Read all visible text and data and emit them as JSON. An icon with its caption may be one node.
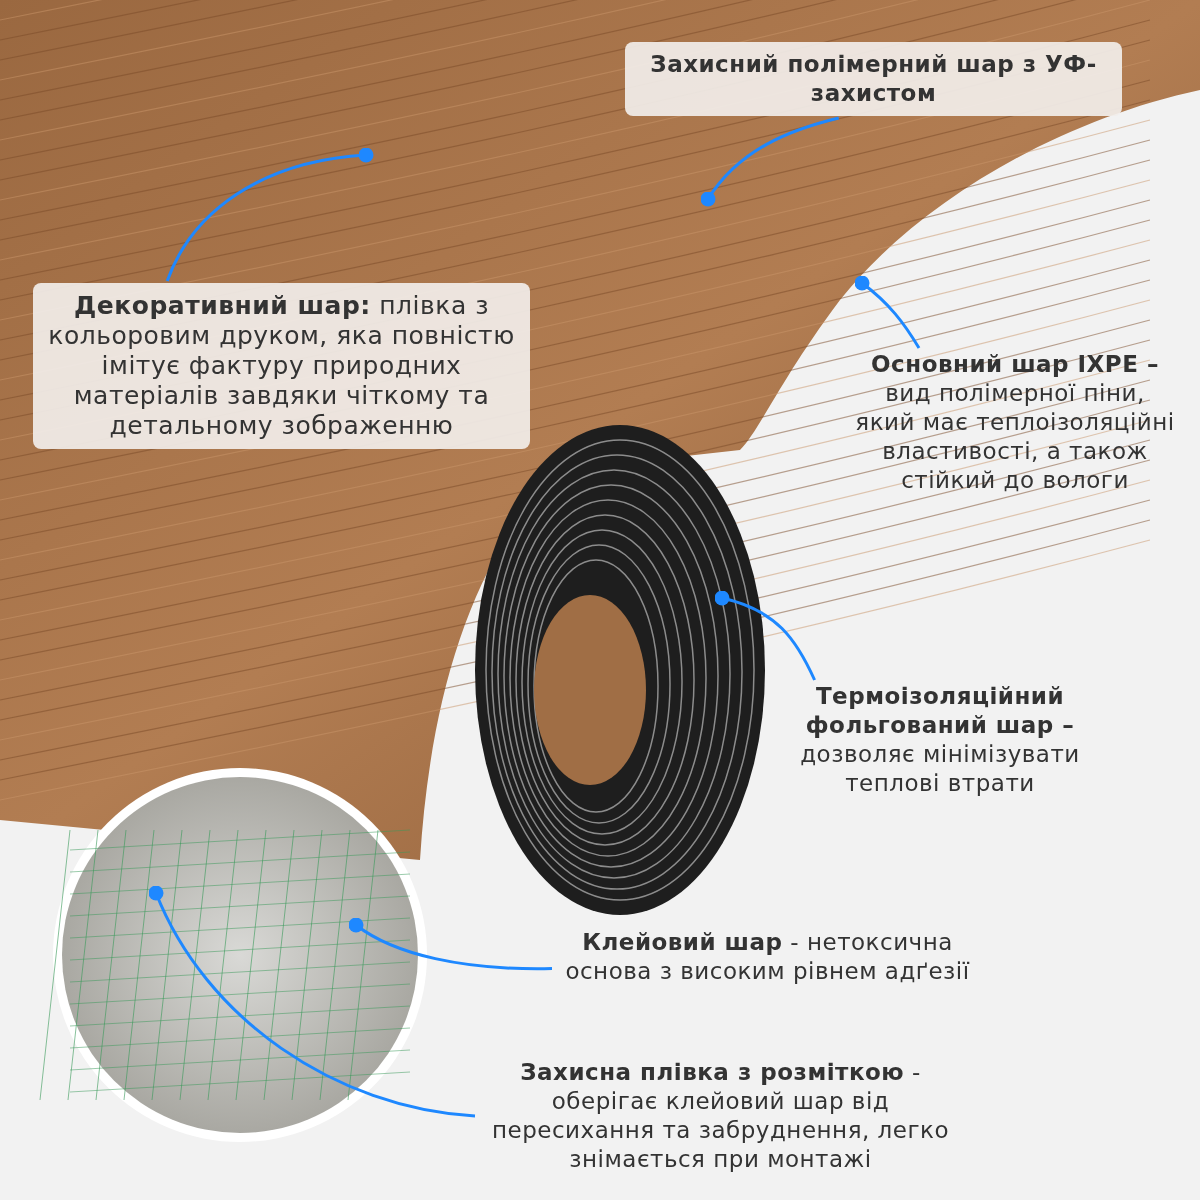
{
  "diagram": {
    "nodes": [
      {
        "text": [
          "Захисний полімерний шар з УФ-захистом"
        ]
      },
      {
        "text": [
          "**Декоративний шар:** плівка з кольоровим друком, яка повністю імітує фактуру природних матеріалів завдяки чіткому та детальному зображенню"
        ]
      },
      {
        "text": [
          "**Основний шар IXPE –** вид полімерної піни, який має теплоізоляційні властивості, а також стійкий до вологи"
        ]
      },
      {
        "text": [
          "**Термоізоляційний фольгований шар –** дозволяє мінімізувати теплові втрати"
        ]
      },
      {
        "text": [
          "**Клейовий шар** - нетоксична основа з високим рівнем адґезії"
        ]
      },
      {
        "text": [
          "**Захисна плівка з розміткою** - оберігає клейовий шар від пересихання та забруднення, легко знімається при монтажі"
        ]
      }
    ],
    "edges": [
      {
        "from": 0,
        "to": null,
        "arrow": "other"
      },
      {
        "from": 1,
        "to": null,
        "arrow": "other"
      },
      {
        "from": 2,
        "to": null,
        "arrow": "other"
      },
      {
        "from": 3,
        "to": null,
        "arrow": "other"
      },
      {
        "from": 4,
        "to": null,
        "arrow": "other"
      },
      {
        "from": 5,
        "to": null,
        "arrow": "other"
      }
    ]
  }
}
